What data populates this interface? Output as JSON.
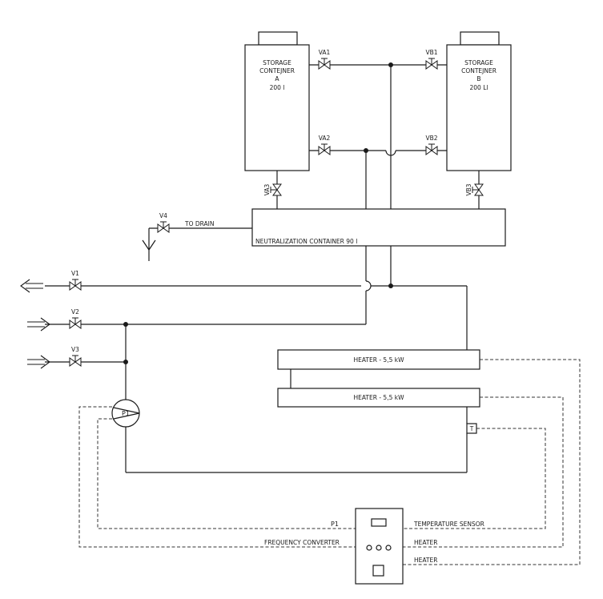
{
  "containers": {
    "a": {
      "lines": [
        "STORAGE",
        "CONTEJNER",
        "A",
        "200 l"
      ]
    },
    "b": {
      "lines": [
        "STORAGE",
        "CONTEJNER",
        "B",
        "200 Ll"
      ]
    },
    "neutralization": "NEUTRALIZATION CONTAINER 90 l"
  },
  "valves": {
    "va1": "VA1",
    "va2": "VA2",
    "va3": "VA3",
    "vb1": "VB1",
    "vb2": "VB2",
    "vb3": "VB3",
    "v1": "V1",
    "v2": "V2",
    "v3": "V3",
    "v4": "V4"
  },
  "labels": {
    "to_drain": "TO DRAIN",
    "heater_1": "HEATER - 5,5 kW",
    "heater_2": "HEATER - 5,5 kW",
    "sensor_box": "T",
    "pump": "P1",
    "panel_p1": "P1",
    "frequency_converter": "FREQUENCY CONVERTER",
    "temperature_sensor": "TEMPERATURE SENSOR",
    "heater_line_1": "HEATER",
    "heater_line_2": "HEATER"
  }
}
